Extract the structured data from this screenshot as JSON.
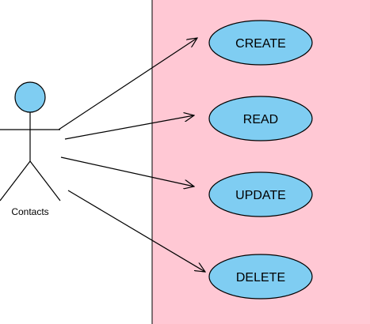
{
  "actor": {
    "name": "Contacts"
  },
  "use_cases": [
    {
      "label": "CREATE"
    },
    {
      "label": "READ"
    },
    {
      "label": "UPDATE"
    },
    {
      "label": "DELETE"
    }
  ],
  "colors": {
    "system_boundary_fill": "#ffc8d4",
    "use_case_fill": "#7fcdf2",
    "actor_head_fill": "#7fcdf2",
    "stroke": "#000000",
    "background": "#ffffff"
  }
}
